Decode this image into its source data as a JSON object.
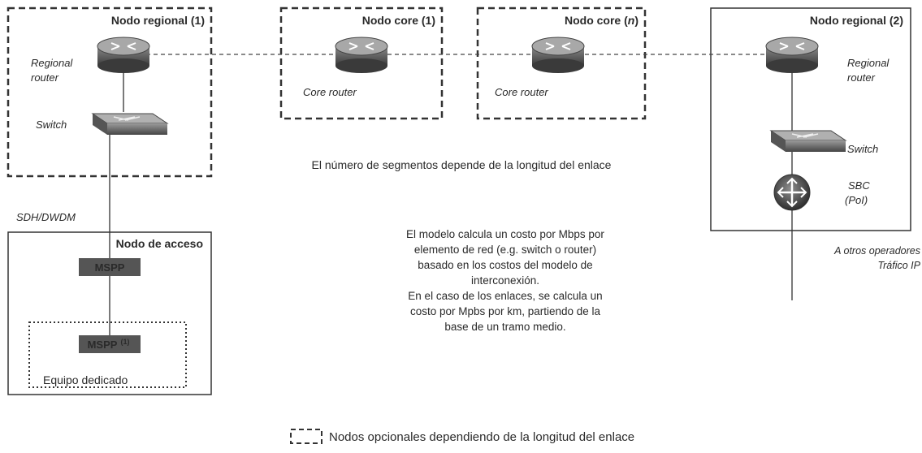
{
  "nodes": {
    "regional1": {
      "title": "Nodo regional (1)",
      "router_label_1": "Regional",
      "router_label_2": "router",
      "switch_label": "Switch"
    },
    "core1": {
      "title": "Nodo core (1)",
      "router_label": "Core router"
    },
    "coren": {
      "title_prefix": "Nodo core (",
      "title_var": "n",
      "title_suffix": ")",
      "router_label": "Core router"
    },
    "regional2": {
      "title": "Nodo regional (2)",
      "router_label_1": "Regional",
      "router_label_2": "router",
      "switch_label": "Switch",
      "sbc_label_1": "SBC",
      "sbc_label_2": "(PoI)"
    },
    "access": {
      "title": "Nodo de acceso",
      "mspp_label": "MSPP",
      "mspp2_label": "MSPP",
      "mspp2_sup": "(1)",
      "dedicated_label": "Equipo dedicado"
    }
  },
  "links": {
    "sdh_label": "SDH/DWDM",
    "external_1": "A otros operadores",
    "external_2": "Tráfico IP"
  },
  "annotations": {
    "segments_note": "El número de segmentos depende de la longitud del enlace",
    "model_note": [
      "El modelo calcula un costo por Mbps por",
      "elemento de red (e.g. switch o router)",
      "basado en los costos del modelo de",
      "interconexión.",
      "En el caso de los enlaces, se calcula un",
      "costo por Mpbs por km, partiendo de la",
      "base de un tramo medio."
    ]
  },
  "legend": {
    "optional_nodes": "Nodos opcionales dependiendo de la longitud del enlace"
  }
}
